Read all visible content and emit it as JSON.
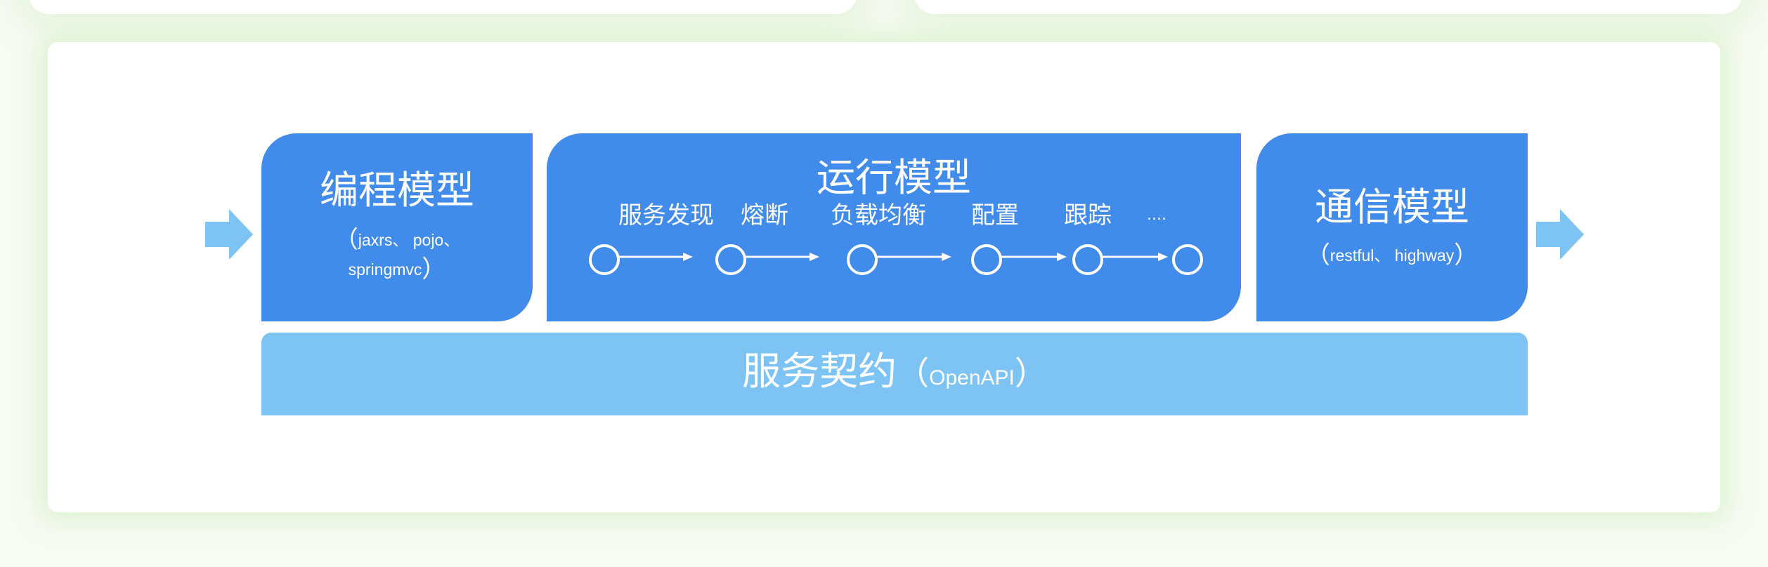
{
  "colors": {
    "box_blue": "#418beb",
    "contract_blue": "#7dc3f4",
    "arrow_blue": "#7dc3f4",
    "text": "#ffffff",
    "card": "#ffffff",
    "glow": "#d6f0c8"
  },
  "programming_model": {
    "title": "编程模型",
    "paren_open": "（",
    "line1": "jaxrs、 pojo、",
    "line2": "springmvc",
    "paren_close": "）"
  },
  "runtime_model": {
    "title": "运行模型",
    "steps": [
      "服务发现",
      "熔断",
      "负载均衡",
      "配置",
      "跟踪",
      "...."
    ]
  },
  "communication_model": {
    "title": "通信模型",
    "paren_open": "（",
    "line1": "restful、 highway",
    "paren_close": "）"
  },
  "service_contract": {
    "title": "服务契约",
    "paren_open": "（",
    "sub": "OpenAPI",
    "paren_close": "）"
  },
  "icons": {
    "input_arrow": "right-arrow-icon",
    "output_arrow": "right-arrow-icon",
    "flow_node": "circle-node-icon",
    "flow_arrow": "arrow-connector-icon"
  }
}
